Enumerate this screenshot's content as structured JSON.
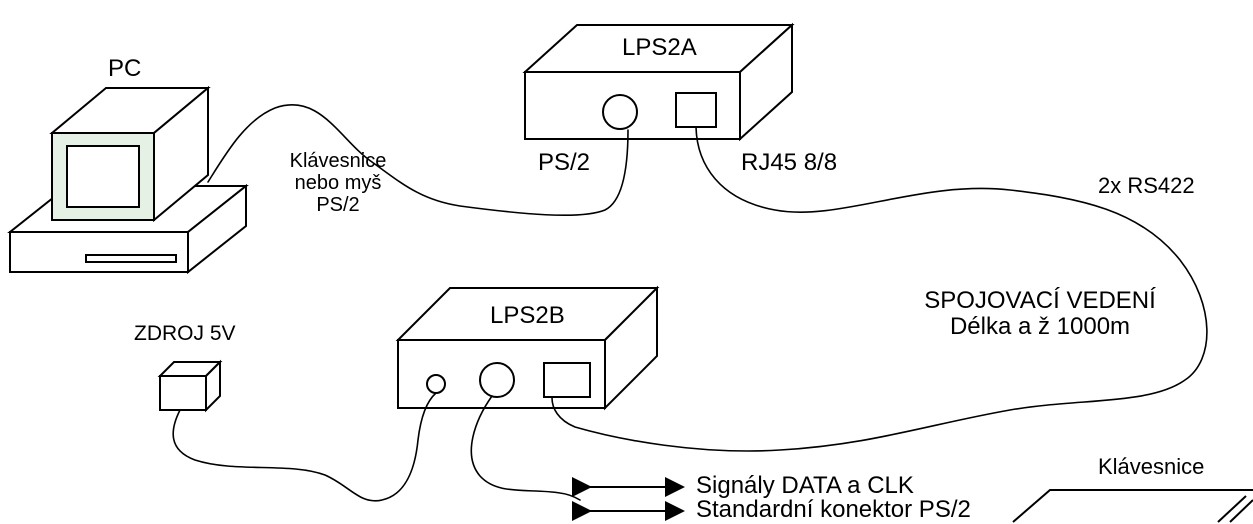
{
  "labels": {
    "pc": "PC",
    "lps2a": "LPS2A",
    "lps2b": "LPS2B",
    "ps2_port": "PS/2",
    "rj45": "RJ45 8/8",
    "keyboard_mouse_line1": "Klávesnice",
    "keyboard_mouse_line2": "nebo myš",
    "keyboard_mouse_line3": "PS/2",
    "rs422": "2x RS422",
    "link_line1": "SPOJOVACÍ VEDENÍ",
    "link_line2": "Délka a  ž 1000m",
    "power": "ZDROJ 5V",
    "keyboard": "Klávesnice",
    "legend_data_clk": "Signály DATA a CLK",
    "legend_connector": "Standardní konektor PS/2"
  }
}
